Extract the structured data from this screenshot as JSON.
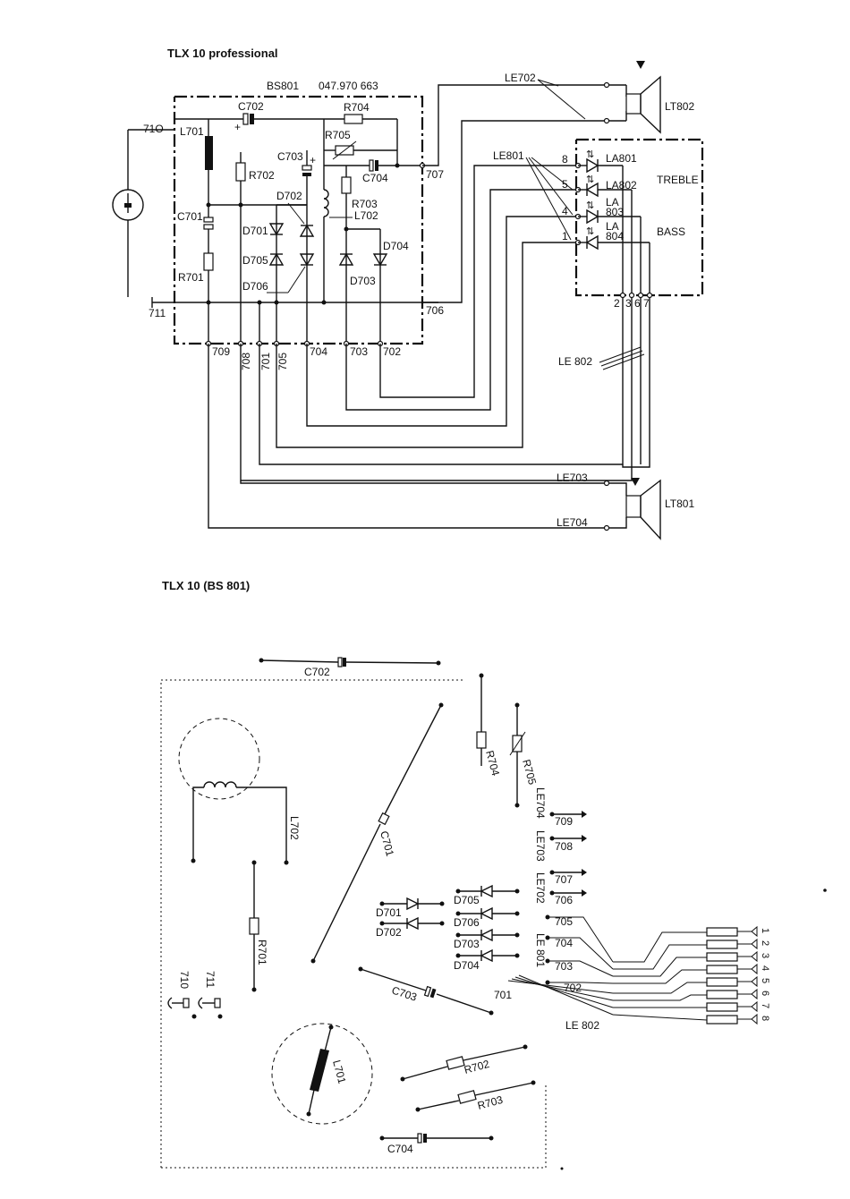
{
  "top": {
    "title": "TLX 10 professional",
    "board": "BS801",
    "part_no": "047.970 663",
    "labels": {
      "c702": "C702",
      "r704": "R704",
      "r705": "R705",
      "c703": "C703",
      "c704": "C704",
      "r702": "R702",
      "l701": "L701",
      "c701": "C701",
      "r701": "R701",
      "d701": "D701",
      "d702": "D702",
      "d703": "D703",
      "d704": "D704",
      "d705": "D705",
      "d706": "D706",
      "r703": "R703",
      "l702": "L702",
      "n710": "71O",
      "n711": "711",
      "n707": "707",
      "n706": "706",
      "n709": "709",
      "n708": "708",
      "n701": "701",
      "n705": "705",
      "n704": "704",
      "n703": "703",
      "n702": "702",
      "le702": "LE702",
      "le801": "LE801",
      "le802": "LE 802",
      "le703": "LE703",
      "le704": "LE704",
      "lt802": "LT802",
      "lt801": "LT801",
      "la801": "LA801",
      "la802": "LA802",
      "la803a": "LA",
      "la803b": "803",
      "la804a": "LA",
      "la804b": "804",
      "treble": "TREBLE",
      "bass": "BASS",
      "p8": "8",
      "p5": "5",
      "p4": "4",
      "p1": "1",
      "p2": "2",
      "p3": "3",
      "p6": "6",
      "p7": "7",
      "plus1": "+",
      "plus2": "+"
    }
  },
  "bottom": {
    "title": "TLX 10 (BS 801)",
    "labels": {
      "c702": "C702",
      "r704": "R704",
      "r705": "R705",
      "l702": "L702",
      "c701": "C701",
      "r701": "R701",
      "n710": "710",
      "n711": "711",
      "c703": "C703",
      "l701": "L701",
      "r702": "R702",
      "r703": "R703",
      "c704": "C704",
      "le704": "LE704",
      "le703": "LE703",
      "le702": "LE702",
      "le801": "LE 801",
      "le802": "LE 802",
      "n709": "709",
      "n708": "708",
      "n707": "707",
      "n706": "706",
      "n705": "705",
      "n704": "704",
      "n703": "703",
      "n702": "702",
      "n701": "701",
      "d701": "D701",
      "d702": "D702",
      "d703": "D703",
      "d704": "D704",
      "d705": "D705",
      "d706": "D706",
      "c1": "1",
      "c2": "2",
      "c3": "3",
      "c4": "4",
      "c5": "5",
      "c6": "6",
      "c7": "7",
      "c8": "8"
    }
  }
}
